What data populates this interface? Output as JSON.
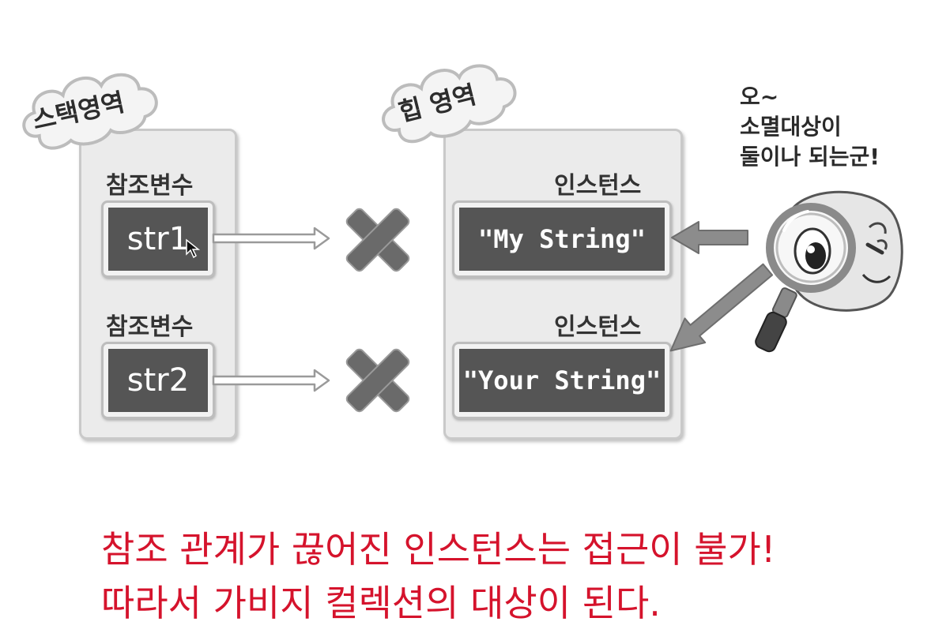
{
  "stack_area": {
    "title": "스택영역",
    "rows": [
      {
        "label": "참조변수",
        "variable": "str1"
      },
      {
        "label": "참조변수",
        "variable": "str2"
      }
    ]
  },
  "heap_area": {
    "title": "힙 영역",
    "rows": [
      {
        "label": "인스턴스",
        "value": "\"My String\""
      },
      {
        "label": "인스턴스",
        "value": "\"Your String\""
      }
    ]
  },
  "speech": {
    "lines": [
      "오~",
      "소멸대상이",
      "둘이나 되는군!"
    ]
  },
  "caption": {
    "line1": "참조 관계가 끊어진 인스턴스는 접근이 불가!",
    "line2": "따라서 가비지 컬렉션의 대상이 된다."
  },
  "colors": {
    "caption": "#d5132c",
    "panel": "#ebebeb",
    "box_fill": "#555555",
    "cross": "#6a6a6a"
  },
  "icons": [
    "cloud-icon",
    "cross-icon",
    "arrow-icon",
    "magnifier-character-icon",
    "mouse-cursor-icon"
  ]
}
